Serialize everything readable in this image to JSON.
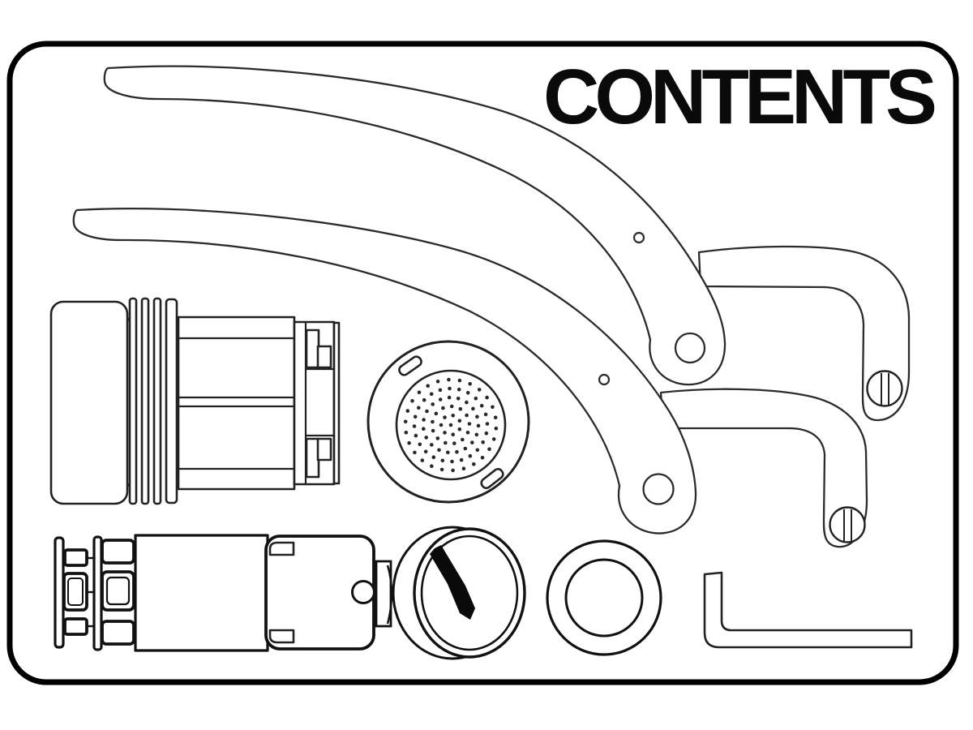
{
  "title": "CONTENTS",
  "palette": {
    "line": "#2b2b2b",
    "heavy_line": "#111111",
    "frame": "#000000",
    "background": "#ffffff"
  },
  "diagram": {
    "kind": "kit-contents-line-drawing",
    "parts": [
      {
        "id": "lever-handle-upper",
        "label": "curved lever handle with bracket and slotted screw"
      },
      {
        "id": "lever-handle-lower",
        "label": "curved lever handle with bracket and slotted screw"
      },
      {
        "id": "ribbed-cylinder",
        "label": "ribbed cylinder assembly with bayonet tabs"
      },
      {
        "id": "shower-screen",
        "label": "perforated dispersion screen with two slots"
      },
      {
        "id": "valve-body",
        "label": "stepped valve body with side hole"
      },
      {
        "id": "pressure-gauge",
        "label": "round pressure gauge with needle"
      },
      {
        "id": "gasket-ring",
        "label": "gasket O-ring"
      },
      {
        "id": "hex-key",
        "label": "L-shaped hex key"
      }
    ]
  }
}
